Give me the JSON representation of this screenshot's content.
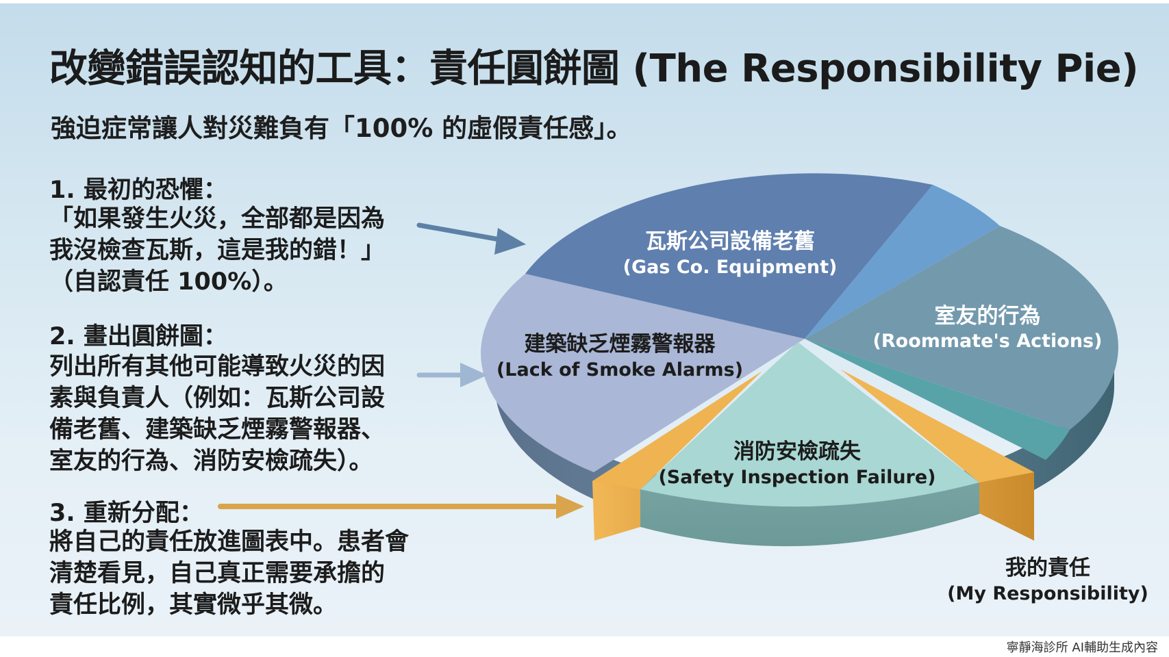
{
  "title": "改變錯誤認知的工具：責任圓餅圖 (The Responsibility Pie)",
  "subtitle": "強迫症常讓人對災難負有「100% 的虛假責任感」。",
  "steps": [
    {
      "heading": "1. 最初的恐懼：",
      "lines": [
        "「如果發生火災，全部都是因為",
        "我沒檢查瓦斯，這是我的錯！」",
        "（自認責任 100%）。"
      ]
    },
    {
      "heading": "2. 畫出圓餅圖：",
      "lines": [
        "列出所有其他可能導致火災的因",
        "素與負責人（例如：瓦斯公司設",
        "備老舊、建築缺乏煙霧警報器、",
        "室友的行為、消防安檢疏失）。"
      ]
    },
    {
      "heading": "3. 重新分配：",
      "lines": [
        "將自己的責任放進圖表中。患者會",
        "清楚看見，自己真正需要承擔的",
        "責任比例，其實微乎其微。"
      ]
    }
  ],
  "pie": {
    "slices": [
      {
        "zh": "瓦斯公司設備老舊",
        "en": "(Gas Co. Equipment)",
        "color": "#5f7fae"
      },
      {
        "zh": "室友的行為",
        "en": "(Roommate's Actions)",
        "color": "#6d98b0"
      },
      {
        "zh": "消防安檢疏失",
        "en": "(Safety Inspection Failure)",
        "color": "#a9d7d3"
      },
      {
        "zh": "建築缺乏煙霧警報器",
        "en": "(Lack of Smoke Alarms)",
        "color": "#aab7d6"
      },
      {
        "zh": "我的責任",
        "en": "(My Responsibility)",
        "color": "#e0a542"
      }
    ],
    "unlabeled_slice_colors": [
      "#6a9fd0",
      "#58a3a8"
    ]
  },
  "colors": {
    "arrow_blue": "#5d80a6",
    "arrow_light": "#9fb7d2",
    "arrow_orange": "#d9a44c",
    "text": "#1c1c1c"
  },
  "footer": "寧靜海診所 AI輔助生成內容"
}
